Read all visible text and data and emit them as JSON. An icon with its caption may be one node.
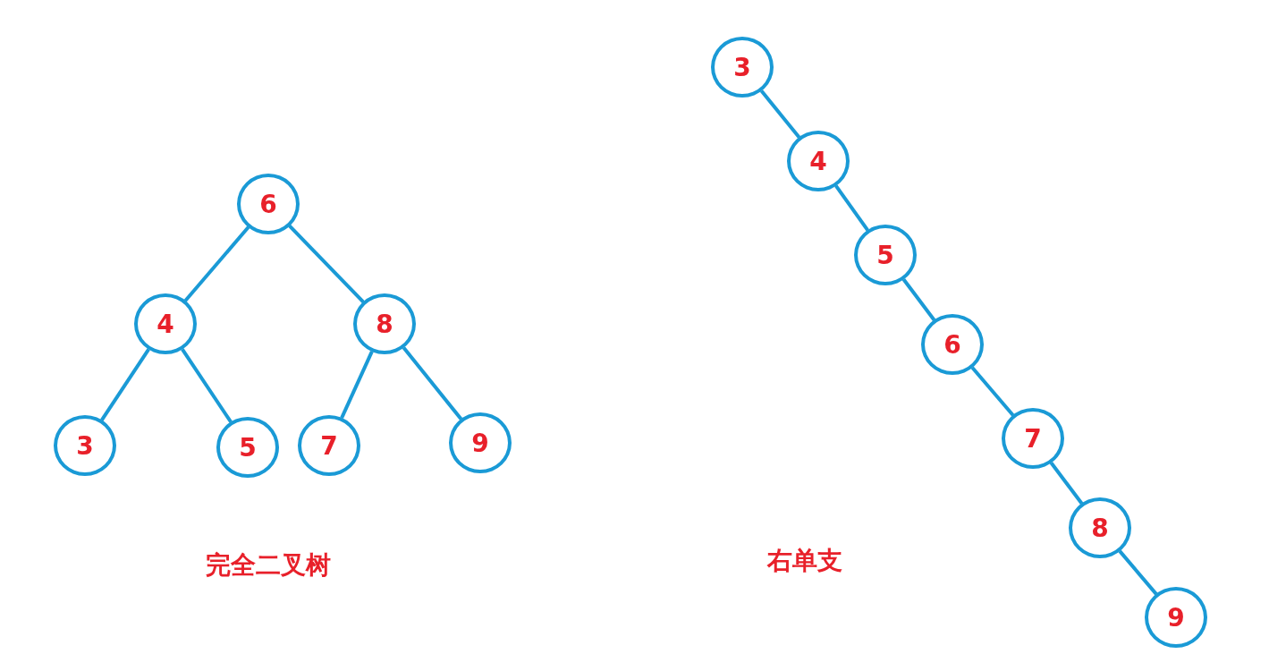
{
  "diagram": {
    "nodes": [
      {
        "text": [
          "6"
        ]
      },
      {
        "text": [
          "4"
        ]
      },
      {
        "text": [
          "8"
        ]
      },
      {
        "text": [
          "3"
        ]
      },
      {
        "text": [
          "5"
        ]
      },
      {
        "text": [
          "7"
        ]
      },
      {
        "text": [
          "9"
        ]
      },
      {
        "text": [
          "3"
        ]
      },
      {
        "text": [
          "4"
        ]
      },
      {
        "text": [
          "5"
        ]
      },
      {
        "text": [
          "6"
        ]
      },
      {
        "text": [
          "7"
        ]
      },
      {
        "text": [
          "8"
        ]
      },
      {
        "text": [
          "9"
        ]
      }
    ],
    "edges": [
      {
        "from": 0,
        "to": 1,
        "arrow": "none"
      },
      {
        "from": 0,
        "to": 2,
        "arrow": "none"
      },
      {
        "from": 1,
        "to": 3,
        "arrow": "none"
      },
      {
        "from": 1,
        "to": 4,
        "arrow": "none"
      },
      {
        "from": 2,
        "to": 5,
        "arrow": "none"
      },
      {
        "from": 2,
        "to": 6,
        "arrow": "none"
      },
      {
        "from": 7,
        "to": 8,
        "arrow": "none"
      },
      {
        "from": 8,
        "to": 9,
        "arrow": "none"
      },
      {
        "from": 9,
        "to": 10,
        "arrow": "none"
      },
      {
        "from": 10,
        "to": 11,
        "arrow": "none"
      },
      {
        "from": 11,
        "to": 12,
        "arrow": "none"
      },
      {
        "from": 12,
        "to": 13,
        "arrow": "none"
      }
    ],
    "labels": [
      "完全二叉树",
      "右单支"
    ]
  }
}
